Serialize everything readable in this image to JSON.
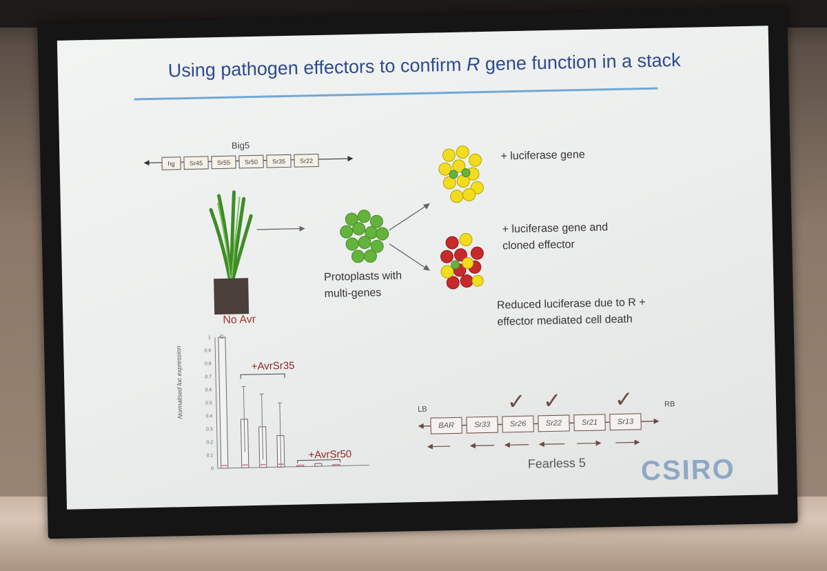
{
  "slide": {
    "title_pre": "Using  pathogen effectors to confirm ",
    "title_italic": "R",
    "title_post": " gene function in a stack",
    "brand": "CSIRO",
    "colors": {
      "title": "#2d4a8f",
      "rule": "#6fa8d6",
      "green": "#63b33c",
      "yellow": "#f2dc1e",
      "red": "#c62a2a"
    }
  },
  "construct_top": {
    "label": "Big5",
    "genes": [
      "hg",
      "Sr45",
      "Sr55",
      "Sr50",
      "Sr35",
      "Sr22"
    ]
  },
  "flow": {
    "protoplast_label_1": "Protoplasts with",
    "protoplast_label_2": "multi-genes",
    "outcome1": "+ luciferase gene",
    "outcome2_1": "+ luciferase gene and",
    "outcome2_2": "cloned effector",
    "outcome3_1": "Reduced luciferase due to R +",
    "outcome3_2": "effector mediated cell death"
  },
  "chart_data": {
    "type": "bar",
    "title": "",
    "ylabel": "Normalised luc expression",
    "ylim": [
      0,
      1
    ],
    "yticks": [
      "0",
      "0.1",
      "0.2",
      "0.3",
      "0.4",
      "0.5",
      "0.6",
      "0.7",
      "0.8",
      "0.9",
      "1"
    ],
    "categories": [
      "C",
      "",
      "",
      "",
      "",
      "",
      ""
    ],
    "values": [
      1.0,
      0.37,
      0.31,
      0.24,
      0.01,
      0.02,
      0.01
    ],
    "annotations": {
      "no_avr": "No Avr",
      "bar_c": "C",
      "avr35": "+AvrSr35",
      "avr50": "+AvrSr50"
    }
  },
  "construct_bottom": {
    "left_border": "LB",
    "right_border": "RB",
    "genes": [
      "BAR",
      "Sr33",
      "Sr26",
      "Sr22",
      "Sr21",
      "Sr13"
    ],
    "checked": [
      false,
      false,
      true,
      true,
      false,
      true
    ],
    "name": "Fearless 5",
    "checkmark": "✓"
  }
}
